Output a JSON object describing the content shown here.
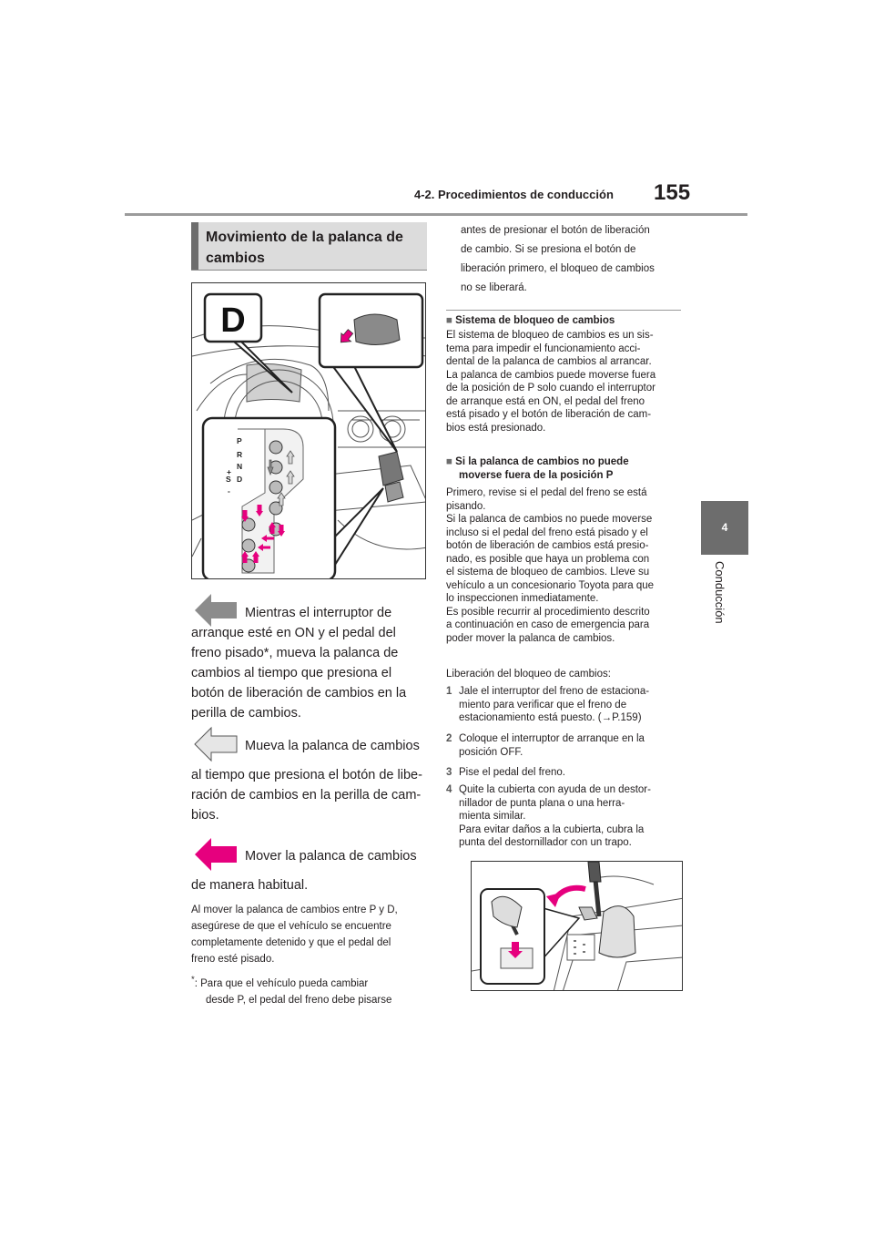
{
  "header": {
    "section": "4-2. Procedimientos de conducción",
    "page_number": "155"
  },
  "side_tab": {
    "chapter_number": "4",
    "chapter_label": "Conducción"
  },
  "left": {
    "heading": "Movimiento de la palanca de cambios",
    "figure": {
      "callout_letter": "D",
      "gate_letters": [
        "P",
        "R",
        "N",
        "D"
      ],
      "manual_letters": [
        "+",
        "S",
        "-"
      ]
    },
    "legend": [
      {
        "color": "#8c8c8c",
        "lead": "Mientras el interruptor de",
        "rest_lines": [
          "arranque esté en ON y el pedal del",
          "freno pisado*, mueva la palanca de",
          "cambios al tiempo que presiona el",
          "botón de liberación de cambios en la",
          "perilla de cambios."
        ]
      },
      {
        "color": "#d8d8d8",
        "lead": "Mueva la palanca de cambios",
        "rest_lines": [
          "al tiempo que presiona el botón de libe-",
          "ración de cambios en la perilla de cam-",
          "bios."
        ]
      },
      {
        "color": "#e6007e",
        "lead": "Mover la palanca de cambios",
        "rest_lines": [
          "de manera habitual."
        ]
      }
    ],
    "note_lines": [
      "Al mover la palanca de cambios entre P y D,",
      "asegúrese de que el vehículo se encuentre",
      "completamente detenido y que el pedal del",
      "freno esté pisado."
    ],
    "footnote_mark": "*",
    "footnote_lines": [
      ": Para que el vehículo pueda cambiar",
      "desde P, el pedal del freno debe pisarse"
    ]
  },
  "right": {
    "continuation_lines": [
      "antes de presionar el botón de liberación",
      "de cambio. Si se presiona el botón de",
      "liberación primero, el bloqueo de cambios",
      "no se liberará."
    ],
    "sec1_title": "Sistema de bloqueo de cambios",
    "sec1_lines": [
      "El sistema de bloqueo de cambios es un sis-",
      "tema para impedir el funcionamiento acci-",
      "dental de la palanca de cambios al arrancar.",
      "La palanca de cambios puede moverse fuera",
      "de la posición de P solo cuando el interruptor",
      "de arranque está en ON, el pedal del freno",
      "está pisado y el botón de liberación de cam-",
      "bios está presionado."
    ],
    "sec2_title_lines": [
      "Si la palanca de cambios no puede",
      "moverse fuera de la posición P"
    ],
    "sec2_lines": [
      "Primero, revise si el pedal del freno se está",
      "pisando.",
      "Si la palanca de cambios no puede moverse",
      "incluso si el pedal del freno está pisado y el",
      "botón de liberación de cambios está presio-",
      "nado, es posible que haya un problema con",
      "el sistema de bloqueo de cambios. Lleve su",
      "vehículo a un concesionario Toyota para que",
      "lo inspeccionen inmediatamente.",
      "Es posible recurrir al procedimiento descrito",
      "a continuación en caso de emergencia para",
      "poder mover la palanca de cambios."
    ],
    "release_intro": "Liberación del bloqueo de cambios:",
    "steps": [
      {
        "num": "1",
        "lines": [
          "Jale el interruptor del freno de estaciona-",
          "miento para verificar que el freno de",
          "estacionamiento está puesto. (→P.159)"
        ]
      },
      {
        "num": "2",
        "lines": [
          "Coloque el interruptor de arranque en la",
          "posición OFF."
        ]
      },
      {
        "num": "3",
        "lines": [
          "Pise el pedal del freno."
        ]
      },
      {
        "num": "4",
        "lines": [
          "Quite la cubierta con ayuda de un destor-",
          "nillador de punta plana o una herra-",
          "mienta similar.",
          "Para evitar daños a la cubierta, cubra la",
          "punta del destornillador con un trapo."
        ]
      }
    ]
  }
}
